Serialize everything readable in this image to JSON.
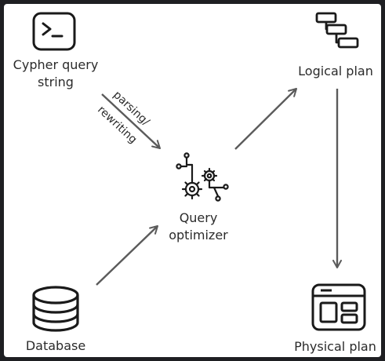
{
  "nodes": {
    "cypher": {
      "label_line1": "Cypher query",
      "label_line2": "string",
      "icon": "terminal-icon"
    },
    "optimizer": {
      "label_line1": "Query",
      "label_line2": "optimizer",
      "icon": "gears-network-icon"
    },
    "logical": {
      "label": "Logical plan",
      "icon": "hierarchy-icon"
    },
    "database": {
      "label": "Database",
      "icon": "database-icon"
    },
    "physical": {
      "label": "Physical plan",
      "icon": "layout-window-icon"
    }
  },
  "edges": {
    "parsing": {
      "line1": "parsing/",
      "line2": "rewriting"
    }
  },
  "colors": {
    "stroke": "#1a1a1a",
    "arrow": "#5b5b5b",
    "text": "#2b2b2b",
    "background": "#ffffff",
    "outer": "#1e1f22"
  }
}
